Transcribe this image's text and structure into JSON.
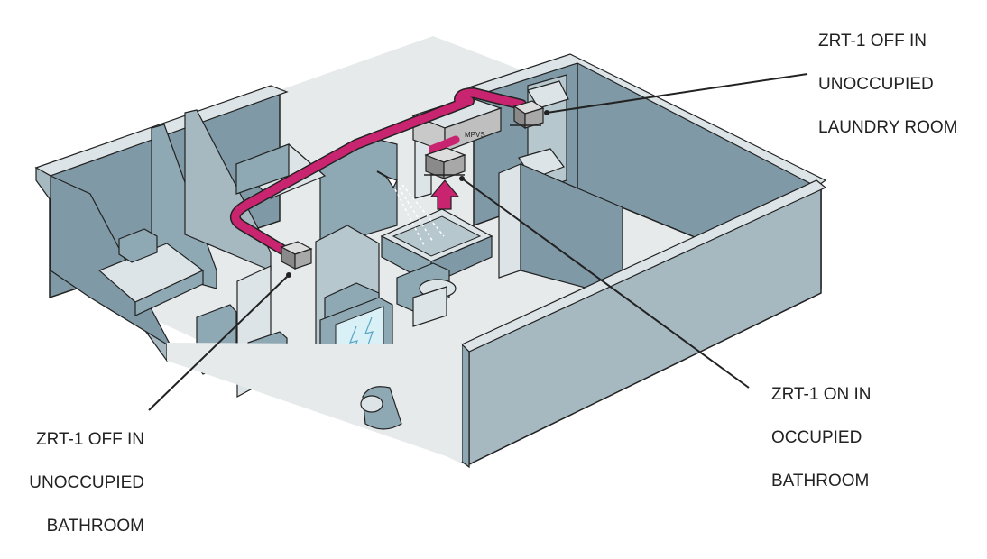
{
  "diagram": {
    "labels": {
      "laundry": [
        "ZRT-1 OFF IN",
        "UNOCCUPIED",
        "LAUNDRY ROOM"
      ],
      "occupied_bathroom": [
        "ZRT-1 ON IN",
        "OCCUPIED",
        "BATHROOM"
      ],
      "unoccupied_bathroom": [
        "ZRT-1 OFF IN",
        "UNOCCUPIED",
        "BATHROOM"
      ]
    },
    "unit_label": "MPVS",
    "colors": {
      "duct": "#c8246f",
      "wall_side": "#7f9aa6",
      "wall_top": "#dde4e7",
      "floor": "#e6eaeb",
      "fixture": "#8fa9b4",
      "unit": "#999999",
      "leader": "#222222"
    }
  }
}
